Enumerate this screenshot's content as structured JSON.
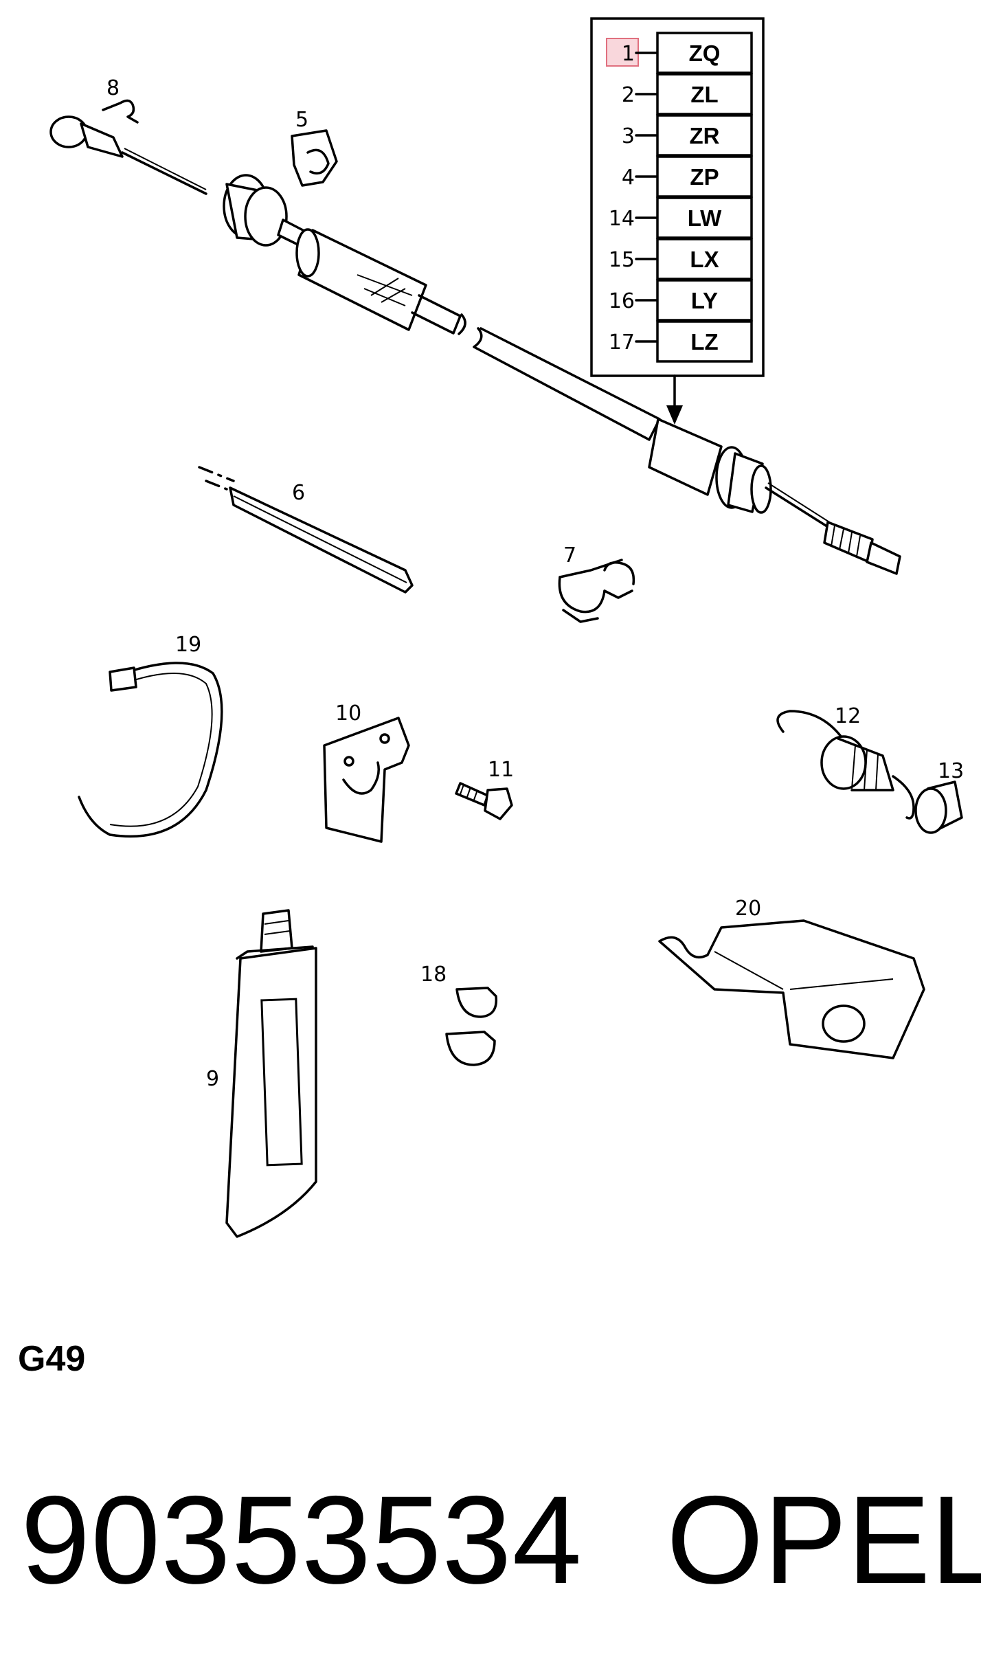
{
  "variants": [
    {
      "num": "1",
      "code": "ZQ",
      "highlighted": true
    },
    {
      "num": "2",
      "code": "ZL"
    },
    {
      "num": "3",
      "code": "ZR"
    },
    {
      "num": "4",
      "code": "ZP"
    },
    {
      "num": "14",
      "code": "LW"
    },
    {
      "num": "15",
      "code": "LX"
    },
    {
      "num": "16",
      "code": "LY"
    },
    {
      "num": "17",
      "code": "LZ"
    }
  ],
  "callouts": {
    "c5": "5",
    "c6": "6",
    "c7": "7",
    "c8": "8",
    "c9": "9",
    "c10": "10",
    "c11": "11",
    "c12": "12",
    "c13": "13",
    "c18": "18",
    "c19": "19",
    "c20": "20"
  },
  "group_code": "G49",
  "part_number": "90353534",
  "brand": "OPEL",
  "colors": {
    "highlight_fill": "#f9d7dc",
    "highlight_stroke": "#e0707f",
    "ink": "#000000"
  }
}
